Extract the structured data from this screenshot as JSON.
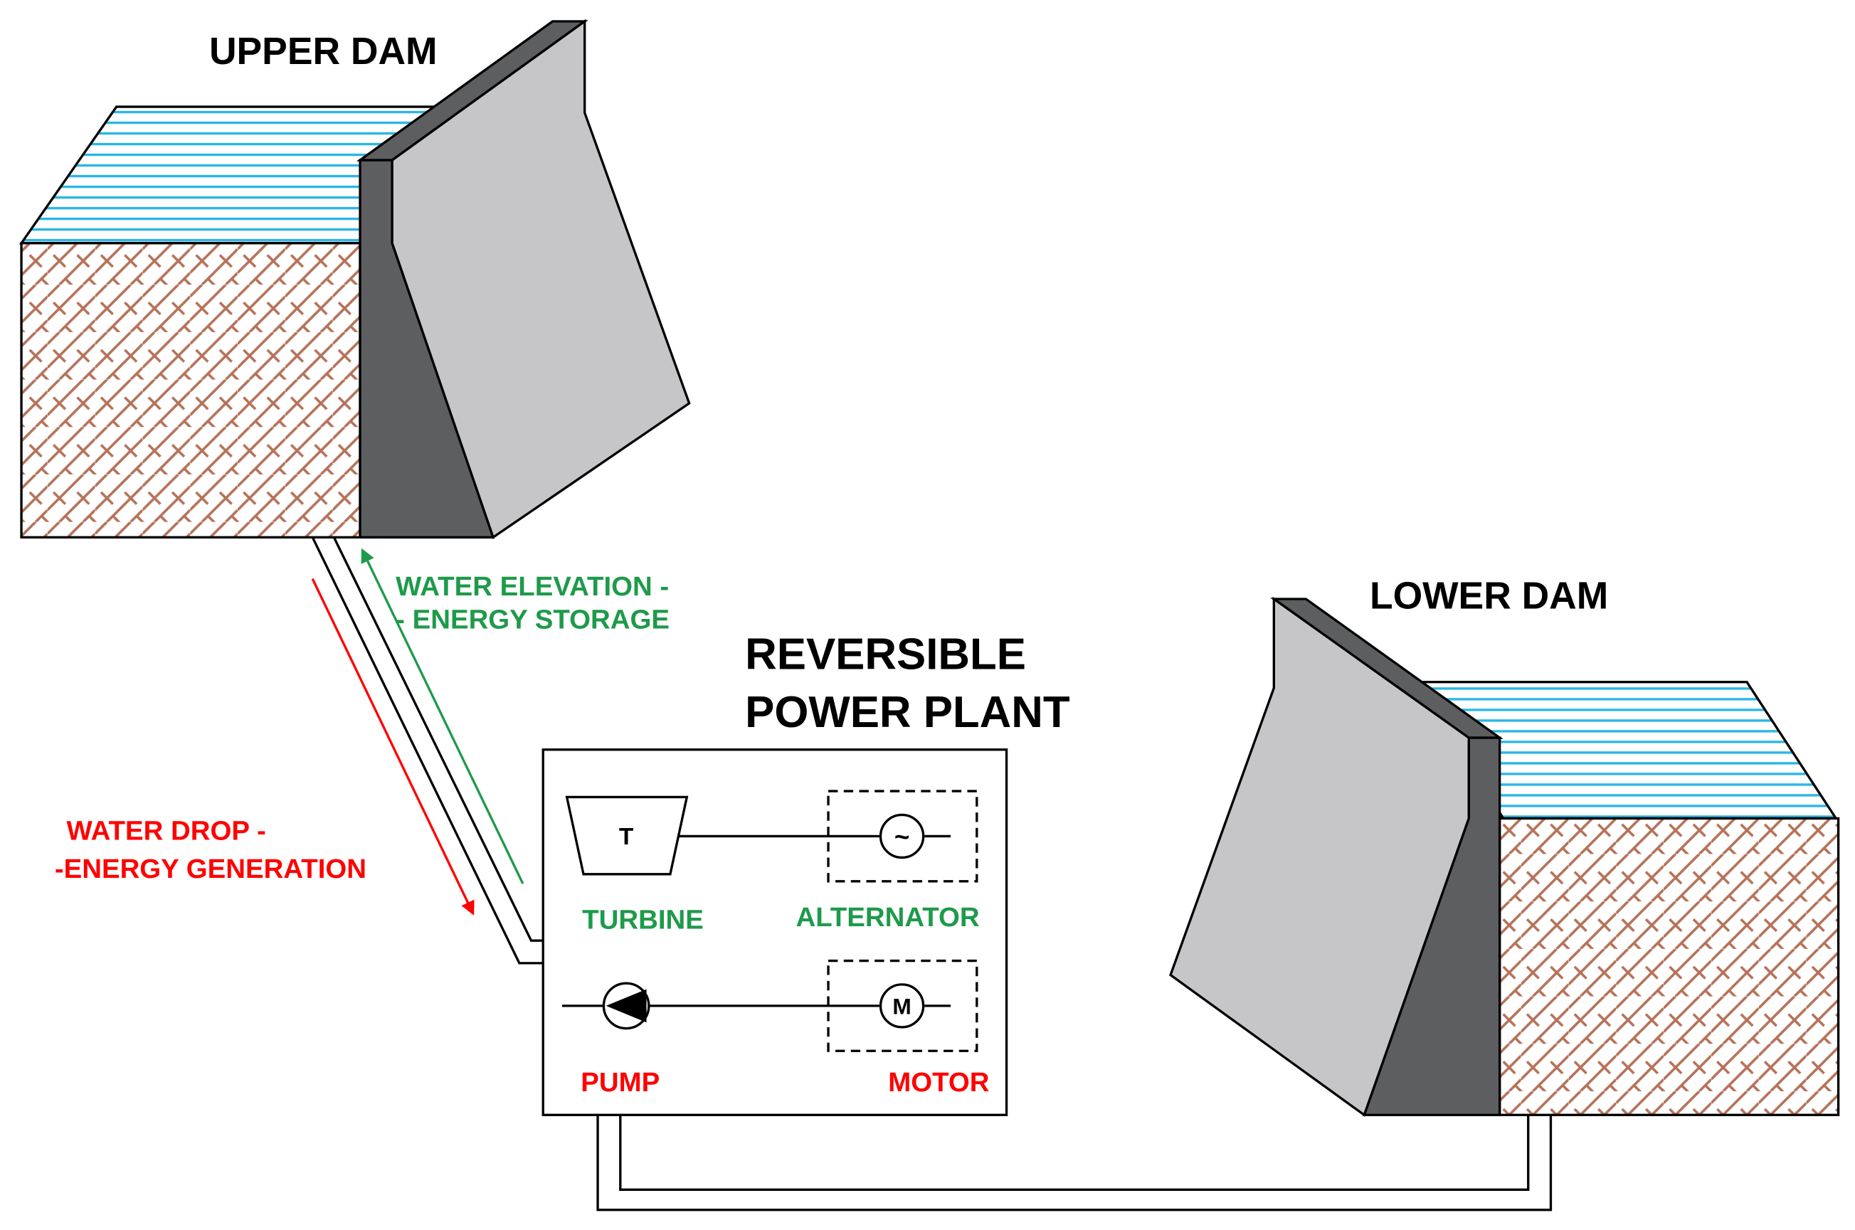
{
  "labels": {
    "upper_dam": "UPPER DAM",
    "lower_dam": "LOWER DAM",
    "plant_title_line1": "REVERSIBLE",
    "plant_title_line2": "POWER PLANT",
    "elevation_line1": "WATER ELEVATION -",
    "elevation_line2": "- ENERGY STORAGE",
    "drop_line1": "WATER DROP -",
    "drop_line2": "-ENERGY GENERATION",
    "turbine": "TURBINE",
    "alternator": "ALTERNATOR",
    "pump": "PUMP",
    "motor": "MOTOR",
    "turbine_symbol": "T",
    "alternator_symbol": "~",
    "motor_symbol": "M"
  },
  "colors": {
    "generation": "#ff0000",
    "storage": "#1e9a4a",
    "water": "#8fd8ef",
    "water_lines": "#2ab7e6",
    "soil": "#b5735a",
    "dam_face": "#c6c6c8",
    "dam_dark": "#5d5e60",
    "outline": "#000000"
  }
}
